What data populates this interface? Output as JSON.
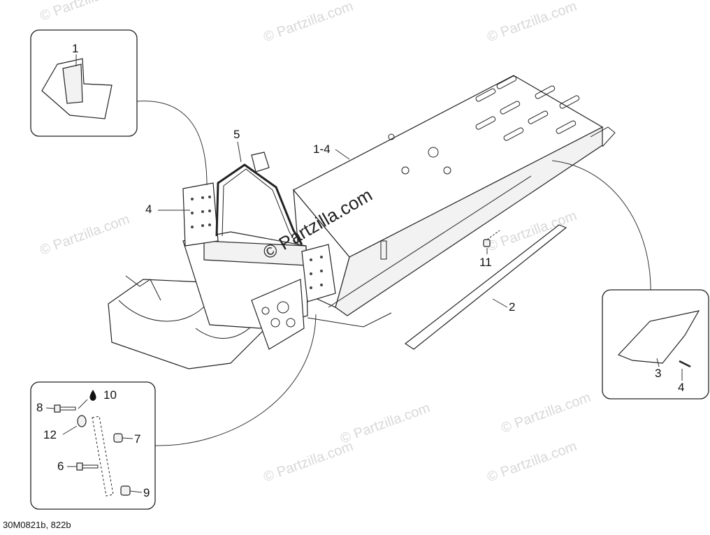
{
  "watermark": {
    "small": "© Partzilla.com",
    "center": "© Partzilla.com"
  },
  "callouts": {
    "main_frame": "1-4",
    "steering_support": "5",
    "side_plate": "4",
    "rail_strip": "2",
    "nut_11": "11",
    "inset_top": "1",
    "inset_right_panel": "3",
    "inset_right_screw": "4",
    "inset_bottom": {
      "loctite": "10",
      "bolt_8": "8",
      "washer_12": "12",
      "nut_7": "7",
      "bolt_6": "6",
      "nut_9": "9"
    }
  },
  "reference_code": "30M0821b, 822b"
}
